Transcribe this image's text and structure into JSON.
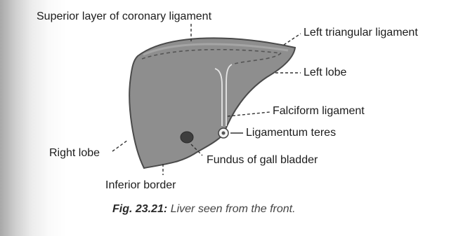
{
  "figure": {
    "labels": {
      "superior_layer": "Superior layer of coronary ligament",
      "left_triangular": "Left triangular ligament",
      "left_lobe": "Left lobe",
      "falciform": "Falciform ligament",
      "ligamentum_teres": "Ligamentum teres",
      "right_lobe": "Right lobe",
      "fundus": "Fundus of gall bladder",
      "inferior_border": "Inferior border"
    },
    "caption": {
      "number": "Fig. 23.21:",
      "text": " Liver seen from the front."
    }
  }
}
